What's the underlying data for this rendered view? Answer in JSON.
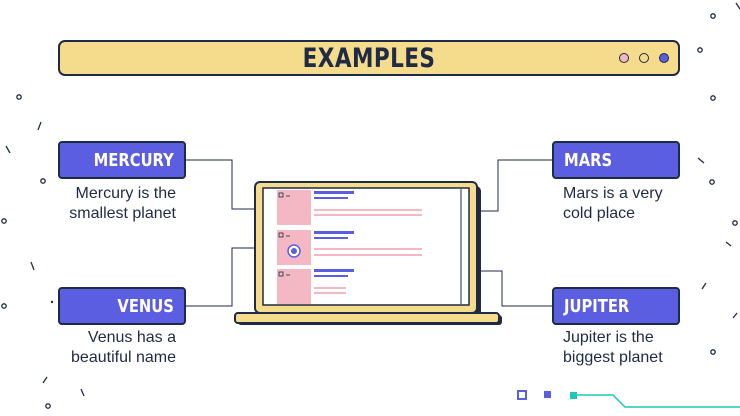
{
  "title": "EXAMPLES",
  "colors": {
    "accent": "#5b5ee0",
    "yellow": "#f5dc8c",
    "pink": "#f4b8c4",
    "dark": "#1f2a44",
    "teal": "#1ec8b4"
  },
  "planets": {
    "mercury": {
      "name": "MERCURY",
      "description_line1": "Mercury is the",
      "description_line2": "smallest planet"
    },
    "venus": {
      "name": "VENUS",
      "description_line1": "Venus has a",
      "description_line2": "beautiful name"
    },
    "mars": {
      "name": "MARS",
      "description_line1": "Mars is a very",
      "description_line2": "cold place"
    },
    "jupiter": {
      "name": "JUPITER",
      "description_line1": "Jupiter is the",
      "description_line2": "biggest planet"
    }
  }
}
